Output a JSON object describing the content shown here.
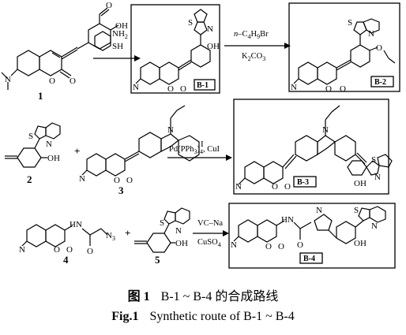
{
  "compounds": {
    "c1": "1",
    "c2": "2",
    "c3": "3",
    "c4": "4",
    "c5": "5",
    "b1": "B-1",
    "b2": "B-2",
    "b3": "B-3",
    "b4": "B-4"
  },
  "atoms": {
    "n": "N",
    "o": "O",
    "s": "S",
    "i": "I",
    "oh": "OH",
    "nh2": "NH",
    "nh2_sub": "2",
    "sh": "SH",
    "hn": "HN",
    "n3": "N",
    "n3_sub": "3",
    "plus": "+",
    "o_label": "O"
  },
  "reagents": {
    "r1_line1_prefix": "n",
    "r1_line1_rest": "–C",
    "r1_line1_sub": "4",
    "r1_line1_h": "H",
    "r1_line1_sub2": "9",
    "r1_line1_br": "Br",
    "r1_line2_k": "K",
    "r1_line2_sub": "2",
    "r1_line2_co": "CO",
    "r1_line2_sub2": "3",
    "r2_main": "Pd(PPh",
    "r2_sub": "3",
    "r2_close": ")",
    "r2_sub2": "4",
    "r2_end": ", CuI",
    "r3_line1": "VC–Na",
    "r3_line2_pre": "CuSO",
    "r3_line2_sub": "4"
  },
  "caption": {
    "cn_fig": "图 1",
    "cn_text": "B-1 ~ B-4 的合成路线",
    "en_fig": "Fig.1",
    "en_text": "Synthetic route of B-1 ~ B-4"
  }
}
